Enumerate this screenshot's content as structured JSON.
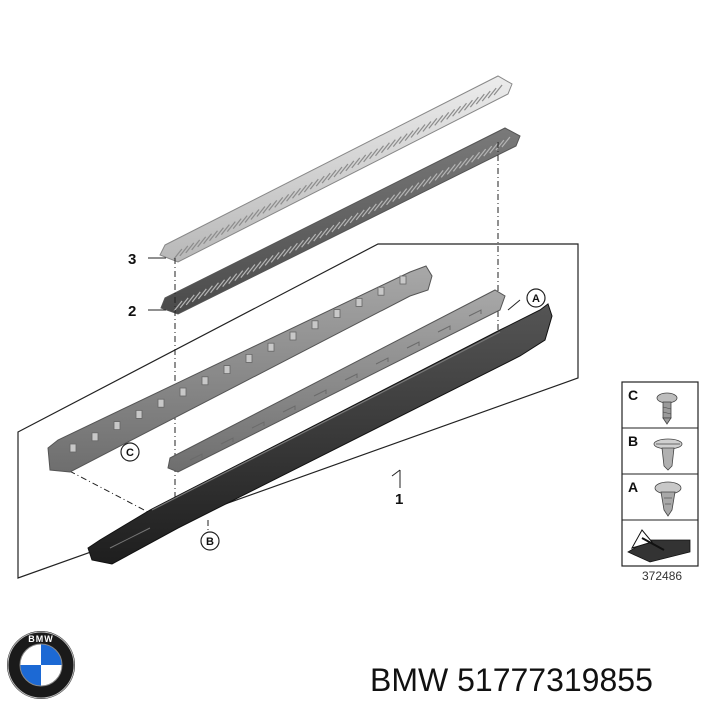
{
  "callouts": {
    "part1": "1",
    "part2": "2",
    "part3": "3",
    "clip_a": "A",
    "clip_b": "B",
    "clip_c": "C"
  },
  "legend": {
    "rows": [
      "C",
      "B",
      "A"
    ]
  },
  "reference_number": "372486",
  "caption": {
    "brand": "BMW",
    "part_number": "51777319855"
  },
  "logo_text": "BMW",
  "colors": {
    "blue": "#1c69d4",
    "dark_part": "#2b2b2b",
    "grey_part": "#8a8a8a",
    "light_part": "#d6d6d6"
  }
}
